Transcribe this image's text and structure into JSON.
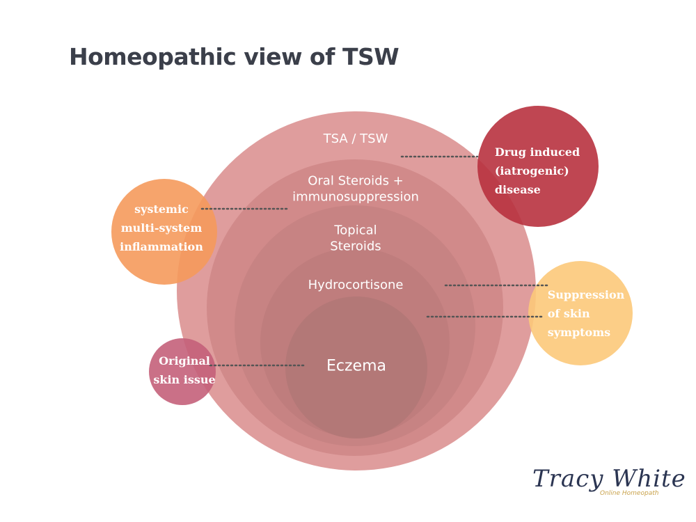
{
  "title": "Homeopathic view of TSW",
  "rings": [
    {
      "id": "tsa-tsw",
      "label": "TSA / TSW",
      "color": "#d98c8c"
    },
    {
      "id": "oral-steroids",
      "label": "Oral Steroids +\nimmunosuppression",
      "color": "#cf8787"
    },
    {
      "id": "topical-steroids",
      "label": "Topical\nSteroids",
      "color": "#c68181"
    },
    {
      "id": "hydrocortisone",
      "label": "Hydrocortisone",
      "color": "#bd7c7c"
    },
    {
      "id": "eczema",
      "label": "Eczema",
      "color": "#b07775"
    }
  ],
  "bubbles": [
    {
      "id": "drug-induced",
      "label": "Drug induced\n(iatrogenic)\ndisease",
      "color": "#b8323f"
    },
    {
      "id": "systemic-inflammation",
      "label": "systemic\nmulti-system\ninflammation",
      "color": "#f59a5c"
    },
    {
      "id": "suppression",
      "label": "Suppression\nof skin\nsymptoms",
      "color": "#fcc97a"
    },
    {
      "id": "original-skin-issue",
      "label": "Original\nskin issue",
      "color": "#c4607a"
    }
  ],
  "connector_color": "#555555",
  "logo": {
    "name": "Tracy White",
    "tagline": "Online Homeopath"
  }
}
